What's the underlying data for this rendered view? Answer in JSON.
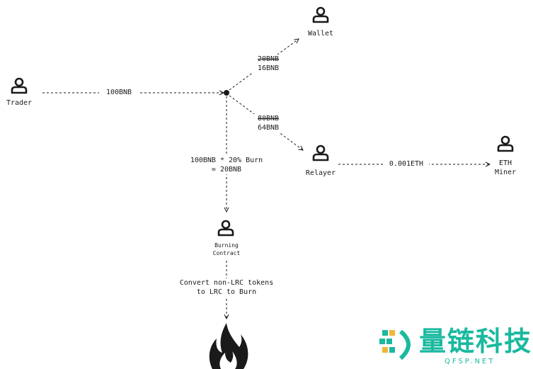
{
  "nodes": {
    "trader": "Trader",
    "wallet": "Wallet",
    "relayer": "Relayer",
    "eth_miner": [
      "ETH",
      "Miner"
    ],
    "burning_contract": [
      "Burning",
      "Contract"
    ]
  },
  "edges": {
    "trader_to_hub": "100BNB",
    "hub_to_wallet": {
      "struck": "20BNB",
      "actual": "16BNB"
    },
    "hub_to_relayer": {
      "struck": "80BNB",
      "actual": "64BNB"
    },
    "relayer_to_miner": "0.001ETH",
    "hub_to_burn": [
      "100BNB * 20% Burn",
      "= 20BNB"
    ],
    "burn_to_fire": [
      "Convert non-LRC tokens",
      "to LRC to Burn"
    ]
  },
  "watermark": {
    "cn": "量链科技",
    "en": "QFSP.NET"
  },
  "icons": {
    "person": "person-icon",
    "fire": "fire-icon",
    "hub": "hub-dot"
  },
  "colors": {
    "line": "#1a1a1a",
    "watermark": "#1ab99f",
    "watermark_alt": "#f3b53b"
  }
}
